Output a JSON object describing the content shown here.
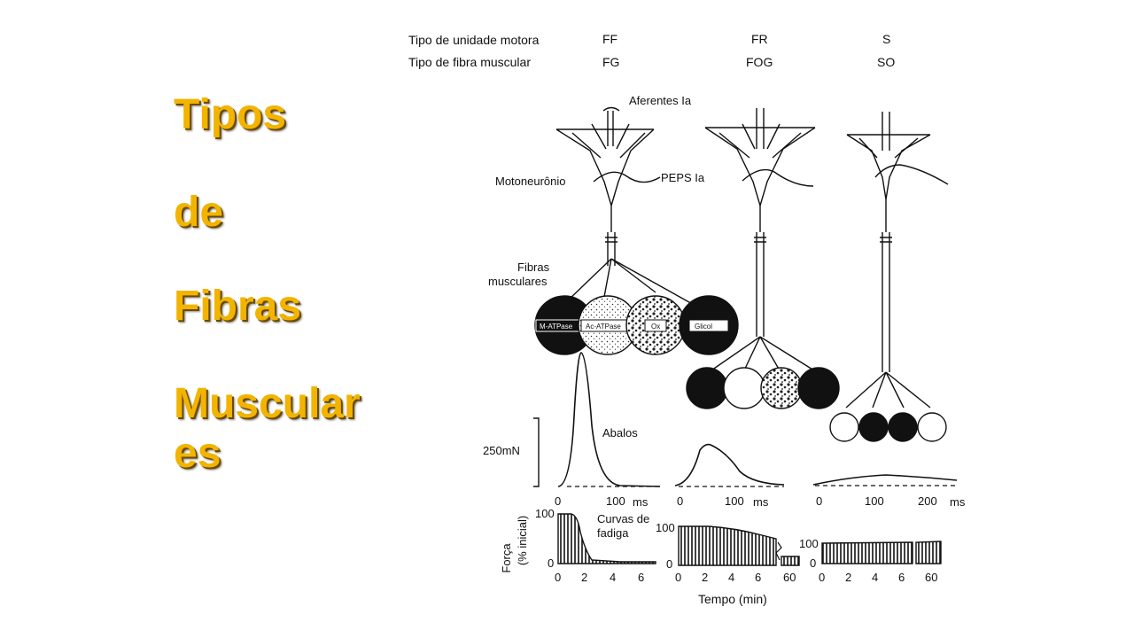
{
  "title": {
    "line1": "Tipos",
    "line2": "de",
    "line3": "Fibras",
    "line4a": "Muscular",
    "line4b": "es"
  },
  "header": {
    "unit_label": "Tipo de unidade motora",
    "fiber_label": "Tipo de fibra muscular",
    "units": [
      "FF",
      "FR",
      "S"
    ],
    "fibers": [
      "FG",
      "FOG",
      "SO"
    ]
  },
  "labels": {
    "afferents": "Aferentes Ia",
    "motoneuron": "Motoneurônio",
    "peps": "PEPS Ia",
    "fibers_1": "Fibras",
    "fibers_2": "musculares",
    "twitches": "Abalos",
    "scale": "250mN",
    "fatigue_1": "Curvas de",
    "fatigue_2": "fadiga",
    "force_1": "Força",
    "force_2": "(% inicial)",
    "time": "Tempo (min)"
  },
  "stains": [
    "M-ATPase",
    "Ac-ATPase",
    "Ox",
    "Glicol"
  ],
  "twitch_axes": {
    "ff": [
      "0",
      "100",
      "ms"
    ],
    "fr": [
      "0",
      "100",
      "ms"
    ],
    "s": [
      "0",
      "100",
      "200",
      "ms"
    ]
  },
  "fatigue_axes": {
    "ff_x": [
      "0",
      "2",
      "4",
      "6"
    ],
    "fr_x": [
      "0",
      "2",
      "4",
      "6",
      "60"
    ],
    "s_x": [
      "0",
      "2",
      "4",
      "6",
      "60"
    ],
    "y_top": "100",
    "y_zero": "0"
  },
  "colors": {
    "title": "#f2b400",
    "ink": "#111111"
  }
}
